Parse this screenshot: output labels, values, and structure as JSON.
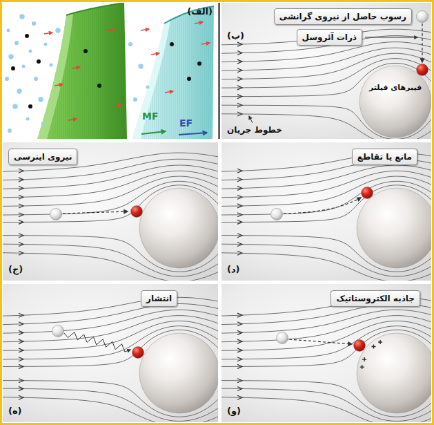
{
  "diagram": {
    "nodes": [
      {
        "text": [
          "(الف)"
        ]
      },
      {
        "text": [
          "(ب)"
        ]
      },
      {
        "text": [
          "رسوب حاصل از نیروی گرانشی"
        ],
        "in": 1
      },
      {
        "text": [
          "ذرات آئروسل"
        ],
        "in": 1
      },
      {
        "text": [
          "فیبرهای فیلتر"
        ],
        "in": 1
      },
      {
        "text": [
          "(ج)"
        ]
      },
      {
        "text": [
          "نیروی اینرسی"
        ],
        "in": 5
      },
      {
        "text": [
          "(د)"
        ]
      },
      {
        "text": [
          "مانع یا تقاطع"
        ],
        "in": 7
      },
      {
        "text": [
          "(ه)"
        ]
      },
      {
        "text": [
          "انتشار"
        ],
        "in": 9
      },
      {
        "text": [
          "(و)"
        ]
      },
      {
        "text": [
          "جاذبه الکتروستاتیک"
        ],
        "in": 11
      }
    ],
    "labels": [
      "MF",
      "EF",
      "خطوط جریان"
    ]
  }
}
